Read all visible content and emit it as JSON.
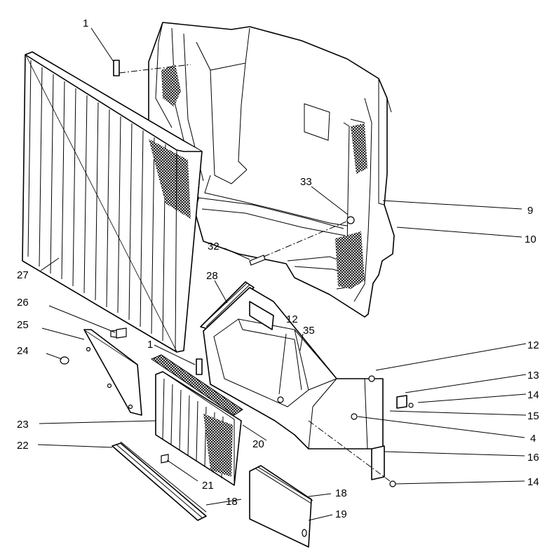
{
  "diagram": {
    "callouts": [
      {
        "id": "c1a",
        "label": "1"
      },
      {
        "id": "c33",
        "label": "33"
      },
      {
        "id": "c9",
        "label": "9"
      },
      {
        "id": "c10",
        "label": "10"
      },
      {
        "id": "c32",
        "label": "32"
      },
      {
        "id": "c27",
        "label": "27"
      },
      {
        "id": "c28",
        "label": "28"
      },
      {
        "id": "c26",
        "label": "26"
      },
      {
        "id": "c12a",
        "label": "12"
      },
      {
        "id": "c35",
        "label": "35"
      },
      {
        "id": "c25",
        "label": "25"
      },
      {
        "id": "c12b",
        "label": "12"
      },
      {
        "id": "c1b",
        "label": "1"
      },
      {
        "id": "c24",
        "label": "24"
      },
      {
        "id": "c13",
        "label": "13"
      },
      {
        "id": "c14a",
        "label": "14"
      },
      {
        "id": "c15",
        "label": "15"
      },
      {
        "id": "c23",
        "label": "23"
      },
      {
        "id": "c4",
        "label": "4"
      },
      {
        "id": "c20",
        "label": "20"
      },
      {
        "id": "c22",
        "label": "22"
      },
      {
        "id": "c16",
        "label": "16"
      },
      {
        "id": "c21",
        "label": "21"
      },
      {
        "id": "c14b",
        "label": "14"
      },
      {
        "id": "c18a",
        "label": "18"
      },
      {
        "id": "c18b",
        "label": "18"
      },
      {
        "id": "c19",
        "label": "19"
      }
    ]
  }
}
